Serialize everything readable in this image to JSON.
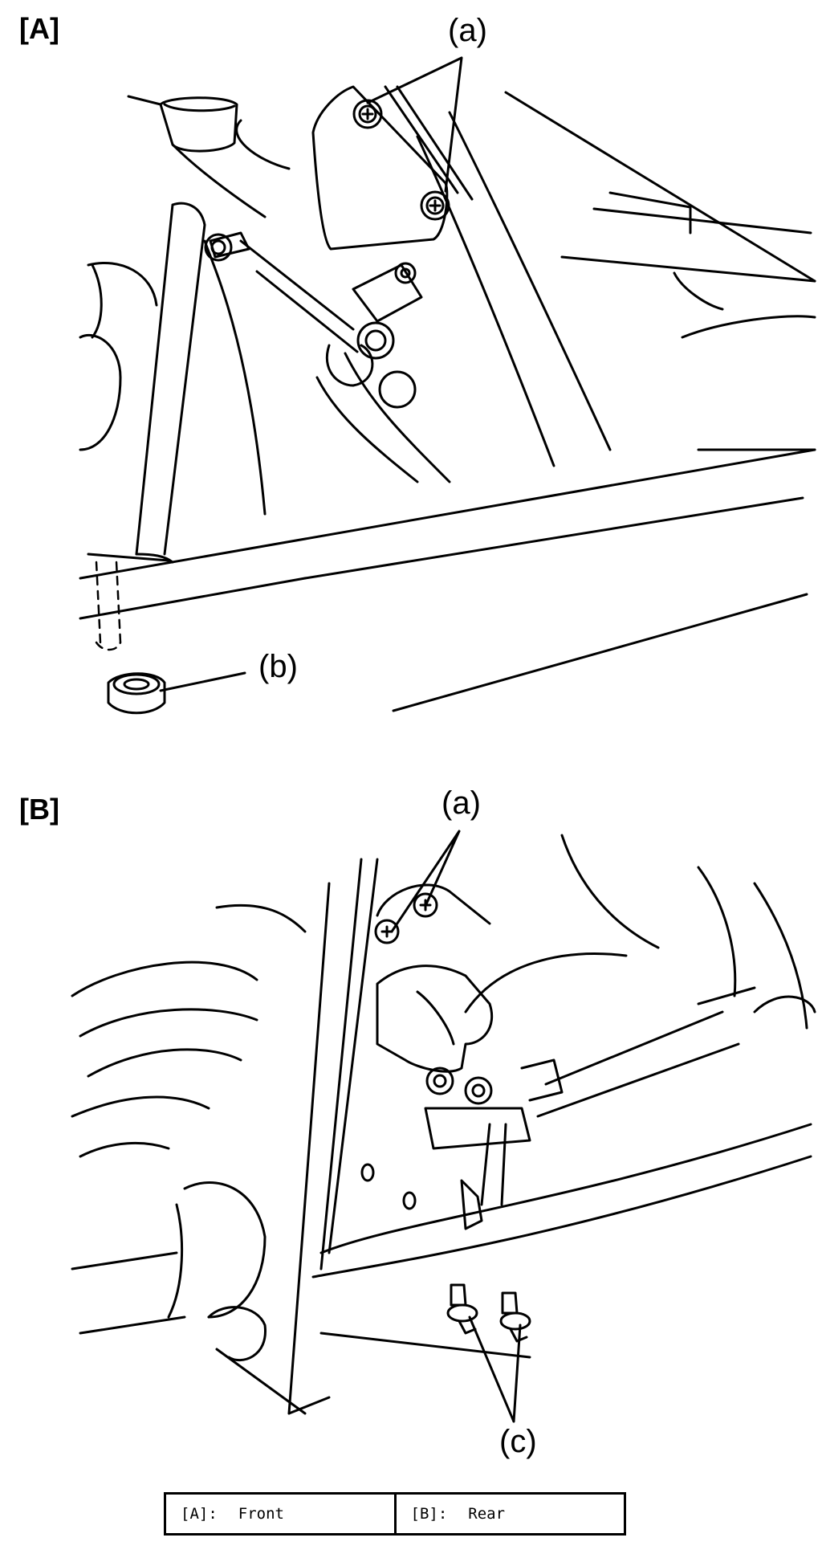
{
  "panels": [
    {
      "label": "[A]",
      "callouts": {
        "a": "(a)",
        "b": "(b)"
      }
    },
    {
      "label": "[B]",
      "callouts": {
        "a": "(a)",
        "c": "(c)"
      }
    }
  ],
  "legend": [
    {
      "key": "[A]:",
      "value": "Front"
    },
    {
      "key": "[B]:",
      "value": "Rear"
    }
  ]
}
